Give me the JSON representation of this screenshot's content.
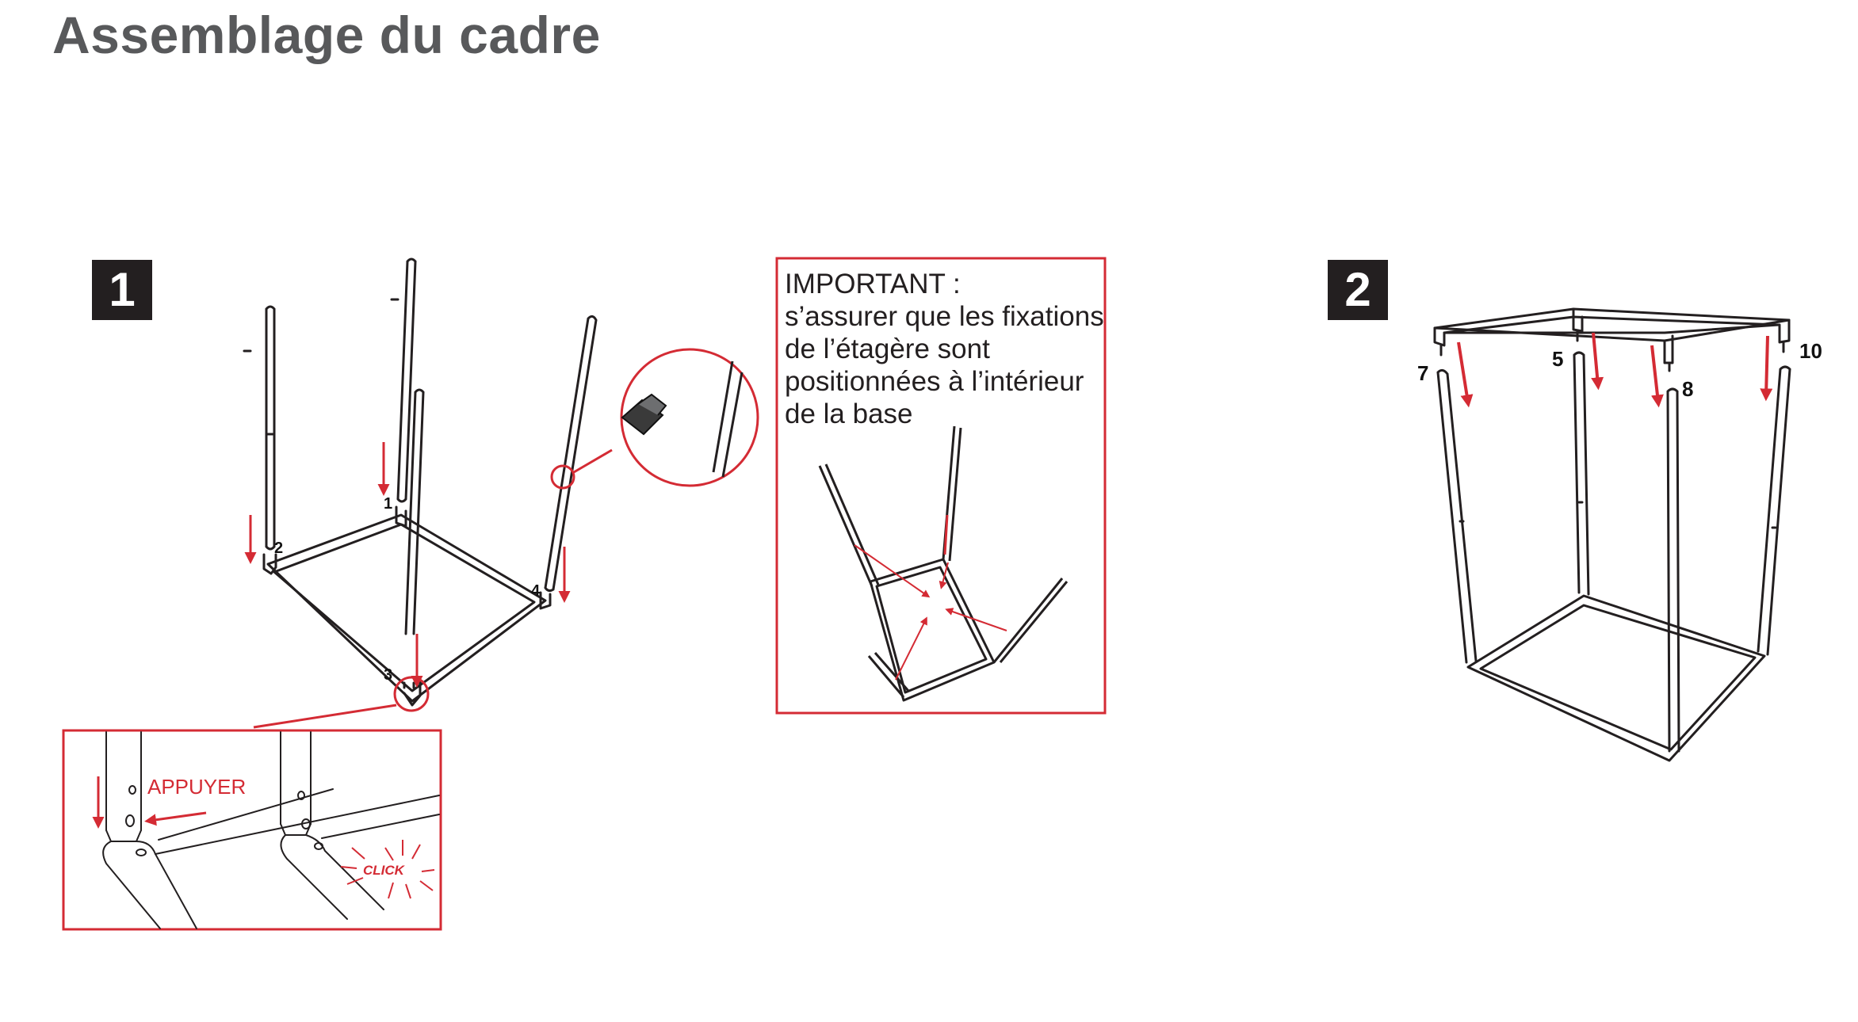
{
  "title": "Assemblage du cadre",
  "steps": [
    {
      "number": "1",
      "pole_labels": [
        "1",
        "2",
        "3",
        "4"
      ]
    },
    {
      "number": "2",
      "pole_labels": [
        "7",
        "5",
        "8",
        "10"
      ]
    }
  ],
  "important_note": {
    "heading": "IMPORTANT :",
    "lines": [
      "s’assurer que les fixations",
      "de l’étagère sont",
      "positionnées à l’intérieur",
      "de la base"
    ]
  },
  "detail_callout": {
    "press_label": "APPUYER",
    "click_label": "CLICK"
  },
  "colors": {
    "accent_red": "#d42b34",
    "line_black": "#231f20",
    "title_grey": "#58595b"
  }
}
